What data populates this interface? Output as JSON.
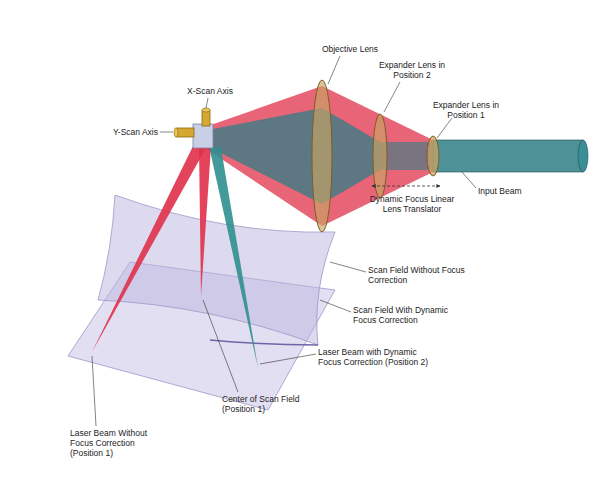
{
  "diagram": {
    "labels": [
      "Objective Lens",
      "Expander Lens in Position 2",
      "Expander Lens in Position 1",
      "X-Scan Axis",
      "Y-Scan Axis",
      "Input Beam",
      "Dynamic Focus Linear Lens Translator",
      "Scan Field Without Focus Correction",
      "Scan Field With Dynamic Focus Correction",
      "Laser Beam with Dynamic Focus Correction (Position 2)",
      "Laser Beam Without Focus Correction (Position 1)",
      "Center of Scan Field (Position 1)"
    ]
  }
}
